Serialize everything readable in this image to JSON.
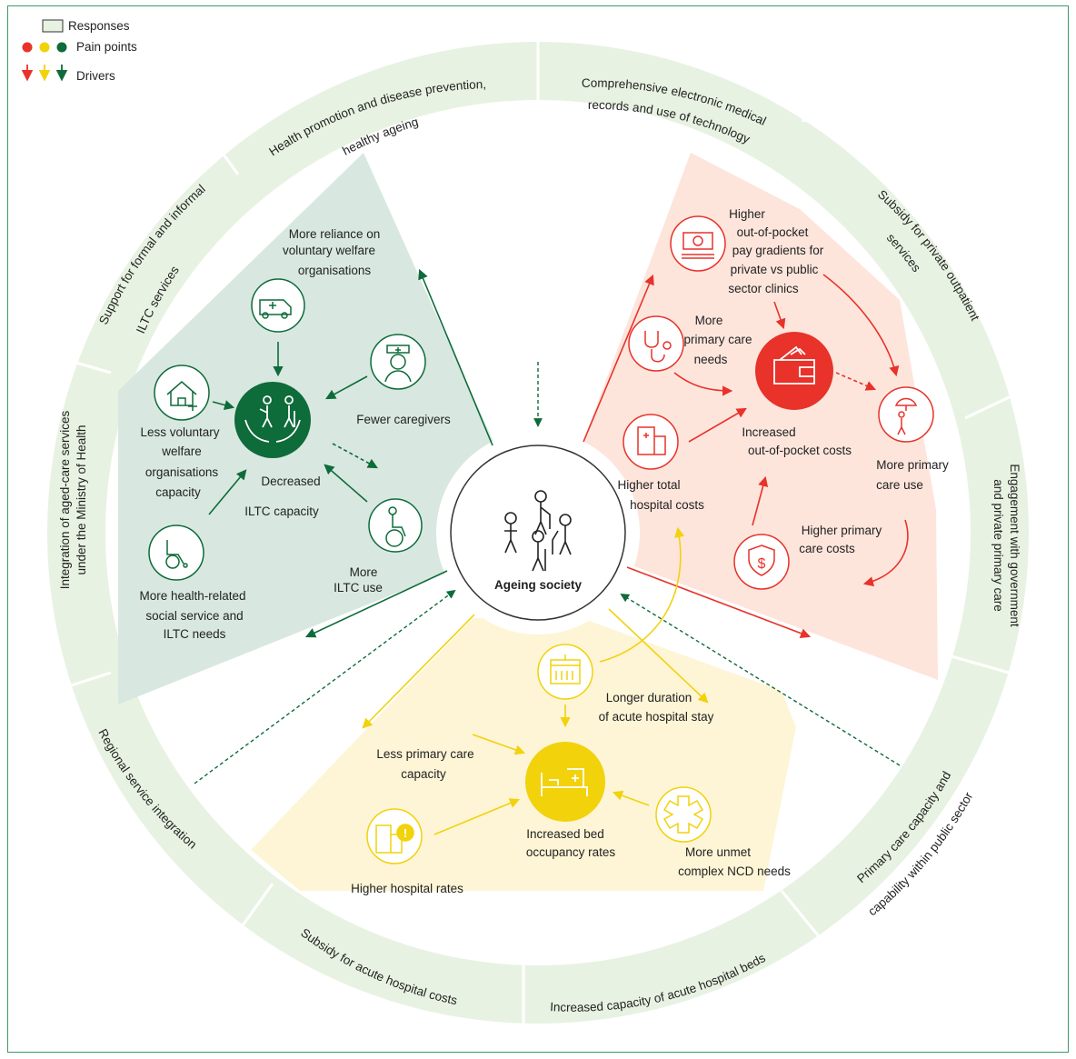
{
  "legend": {
    "responses": "Responses",
    "pain_points": "Pain points",
    "drivers": "Drivers"
  },
  "colors": {
    "green_dark": "#0e6b3a",
    "green_sector": "#d8e8e0",
    "red": "#e8322a",
    "red_sector": "#fde5dc",
    "yellow": "#f2d20b",
    "yellow_sector": "#fdf5d6",
    "ring": "#e8f2e2"
  },
  "center": {
    "label": "Ageing society"
  },
  "responses": {
    "r1": "Health promotion and disease prevention,",
    "r1b": "healthy ageing",
    "r2": "Comprehensive electronic medical",
    "r2b": "records and use of technology",
    "r3": "Subsidy for private outpatient",
    "r3b": "services",
    "r4": "Engagement with government",
    "r4b": "and private primary care",
    "r5": "Primary care capacity and",
    "r5b": "capability within public sector",
    "r6": "Increased capacity of acute hospital beds",
    "r7": "Subsidy for acute hospital costs",
    "r8": "Regional service integration",
    "r9": "Integration of aged-care services",
    "r9b": "under the Ministry of Health",
    "r10": "Support for formal and informal",
    "r10b": "ILTC services"
  },
  "green": {
    "voluntary_reliance": [
      "More reliance on",
      "voluntary welfare",
      "organisations"
    ],
    "fewer_caregivers": "Fewer caregivers",
    "less_voluntary": [
      "Less voluntary",
      "welfare",
      "organisations",
      "capacity"
    ],
    "decreased_iltc": [
      "Decreased",
      "ILTC capacity"
    ],
    "more_iltc_use": [
      "More",
      "ILTC use"
    ],
    "more_health_related": [
      "More health-related",
      "social service and",
      "ILTC needs"
    ]
  },
  "red": {
    "higher_oop": [
      "Higher",
      "out-of-pocket",
      "pay gradients for",
      "private vs public",
      "sector clinics"
    ],
    "more_primary_needs": [
      "More",
      "primary care",
      "needs"
    ],
    "increased_oop": [
      "Increased",
      "out-of-pocket costs"
    ],
    "more_primary_use": [
      "More primary",
      "care use"
    ],
    "higher_total_hospital": [
      "Higher total",
      "hospital costs"
    ],
    "higher_primary_costs": [
      "Higher primary",
      "care costs"
    ]
  },
  "yellow": {
    "longer_duration": [
      "Longer duration",
      "of acute hospital stay"
    ],
    "less_primary_capacity": [
      "Less primary care",
      "capacity"
    ],
    "increased_bed": [
      "Increased bed",
      "occupancy rates"
    ],
    "higher_hospital_rates": "Higher hospital rates",
    "more_unmet": [
      "More unmet",
      "complex NCD needs"
    ]
  }
}
